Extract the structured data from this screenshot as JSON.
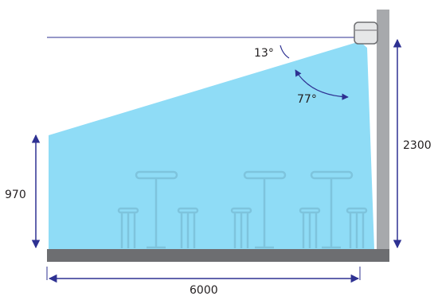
{
  "labels": {
    "angle_top": "13°",
    "angle_inner": "77°",
    "height_total": "2300",
    "height_coverage_edge": "970",
    "distance_floor": "6000"
  },
  "colors": {
    "coverage_fill": "#8fdcf6",
    "wall": "#a7a9ac",
    "floor": "#6d6e71",
    "dimension_lines": "#2e3192",
    "stools": "#7ec4dd"
  },
  "icons": {
    "sensor": "ceiling-sensor-icon"
  }
}
